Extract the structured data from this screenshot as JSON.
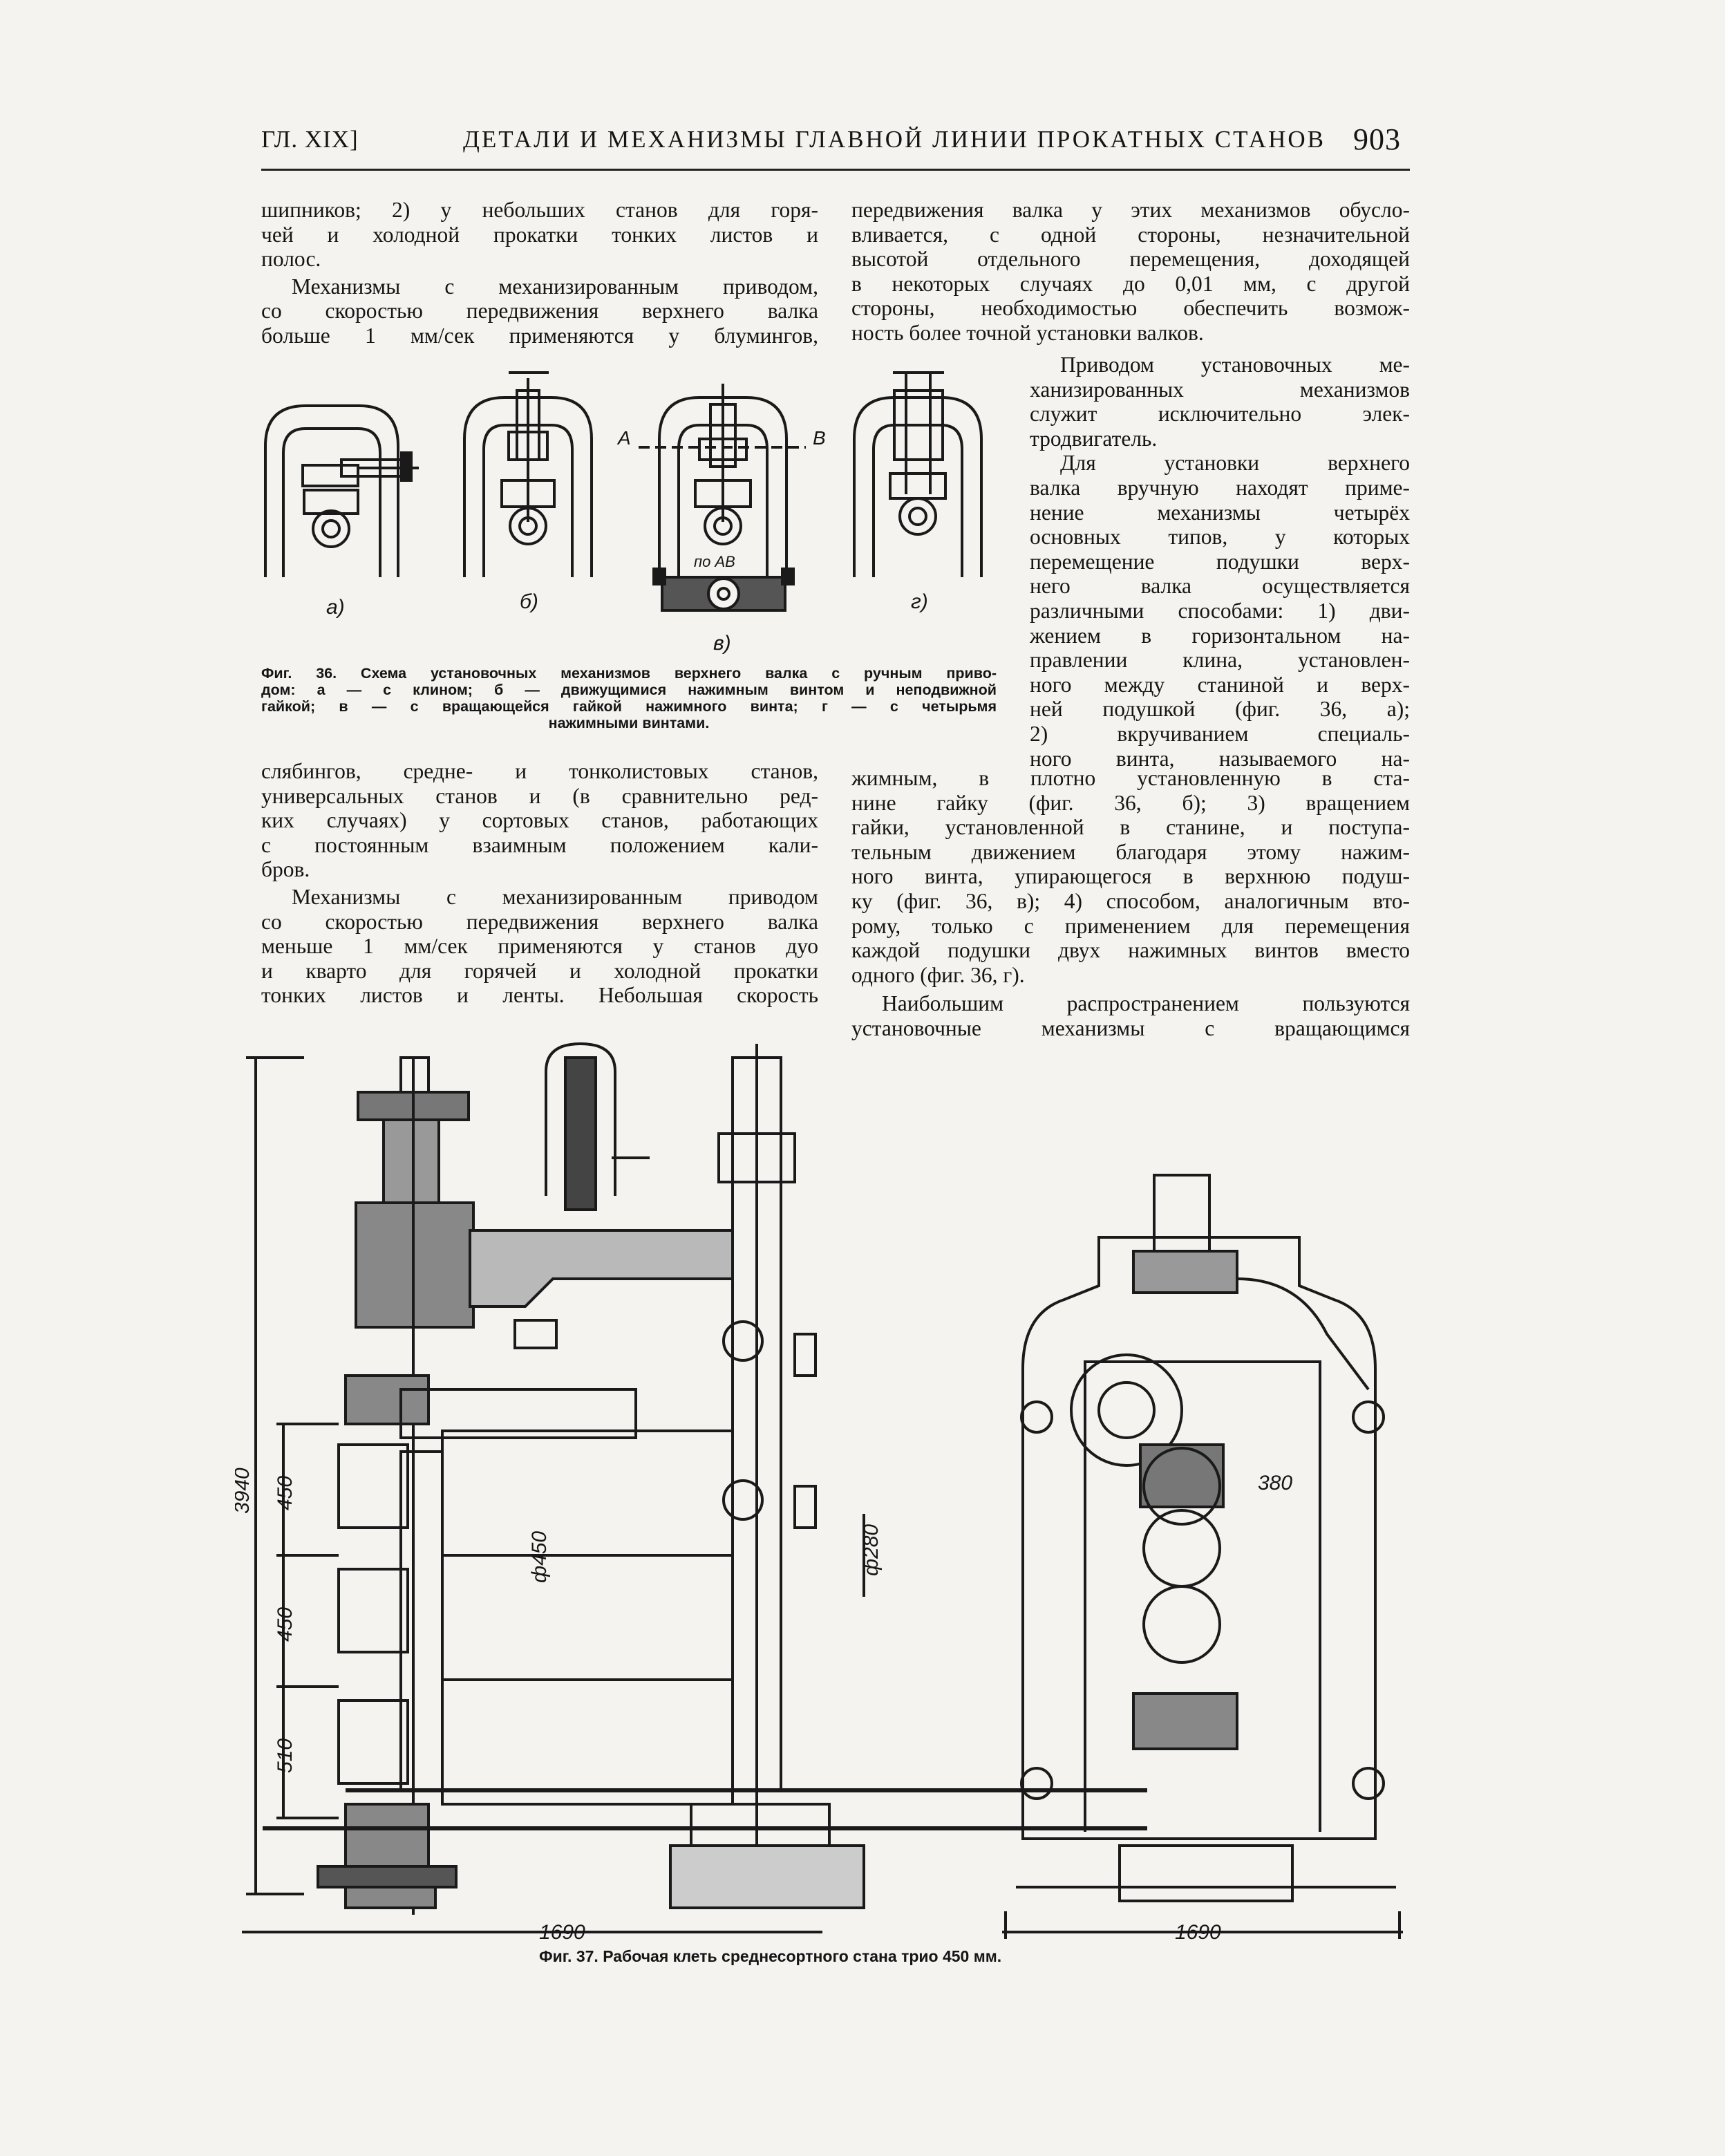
{
  "header": {
    "chapter": "ГЛ. XIX]",
    "title": "ДЕТАЛИ И МЕХАНИЗМЫ ГЛАВНОЙ ЛИНИИ ПРОКАТНЫХ СТАНОВ",
    "page_number": "903"
  },
  "col_left_top": [
    "шипников; 2) у небольших станов для горя-",
    "чей и холодной прокатки тонких листов и",
    "полос.",
    "Механизмы с механизированным приводом,",
    "со скоростью передвижения верхнего валка",
    "больше 1 мм/сек применяются у блумингов,"
  ],
  "col_right_top": [
    "передвижения валка у этих механизмов обусло-",
    "вливается, с одной стороны, незначительной",
    "высотой отдельного перемещения, доходящей",
    "в некоторых случаях до 0,01 мм, с другой",
    "стороны, необходимостью обеспечить возмож-",
    "ность более точной установки валков."
  ],
  "col_right_narrow": [
    "Приводом установочных ме-",
    "ханизированных механизмов",
    "служит исключительно элек-",
    "тродвигатель.",
    "Для установки верхнего",
    "валка вручную находят приме-",
    "нение механизмы четырёх",
    "основных типов, у которых",
    "перемещение подушки верх-",
    "него валка осуществляется",
    "различными способами: 1) дви-",
    "жением в горизонтальном на-",
    "правлении клина, установлен-",
    "ного между станиной и верх-",
    "ней подушкой (фиг. 36, а);",
    "2) вкручиванием специаль-",
    "ного винта, называемого на-"
  ],
  "col_left_bottom": [
    "слябингов, средне- и тонколистовых станов,",
    "универсальных станов и (в сравнительно ред-",
    "ких случаях) у сортовых станов, работающих",
    "с постоянным взаимным положением кали-",
    "бров.",
    "Механизмы с механизированным приводом",
    "со скоростью передвижения верхнего валка",
    "меньше 1 мм/сек применяются у станов дуо",
    "и кварто для горячей и холодной прокатки",
    "тонких листов и ленты. Небольшая скорость"
  ],
  "col_right_bottom": [
    "жимным, в плотно установленную в ста-",
    "нине гайку (фиг. 36, б); 3) вращением",
    "гайки, установленной в станине, и поступа-",
    "тельным движением благодаря этому нажим-",
    "ного винта, упирающегося в верхнюю подуш-",
    "ку (фиг. 36, в); 4) способом, аналогичным вто-",
    "рому, только с применением для перемещения",
    "каждой подушки двух нажимных винтов вместо",
    "одного (фиг. 36, г).",
    "Наибольшим распространением пользуются",
    "установочные механизмы с вращающимся"
  ],
  "fig36": {
    "labels": [
      "а)",
      "б)",
      "в)",
      "г)"
    ],
    "section_label": "по АВ",
    "marker_a": "А",
    "marker_b": "В",
    "caption": [
      "Фиг. 36. Схема установочных механизмов верхнего валка с ручным приво-",
      "дом: а — с клином; б — движущимися нажимным винтом и неподвижной",
      "гайкой; в — с вращающейся гайкой нажимного винта; г — с четырьмя",
      "нажимными винтами."
    ]
  },
  "fig37": {
    "dims": {
      "height_total": "3940",
      "d450_a": "450",
      "d450_b": "450",
      "d510": "510",
      "dia450": "ф450",
      "dia280": "ф280",
      "w380": "380",
      "w1690_left": "1690",
      "w1690_right": "1690"
    },
    "caption": "Фиг. 37. Рабочая клеть среднесортного стана трио 450 мм."
  }
}
